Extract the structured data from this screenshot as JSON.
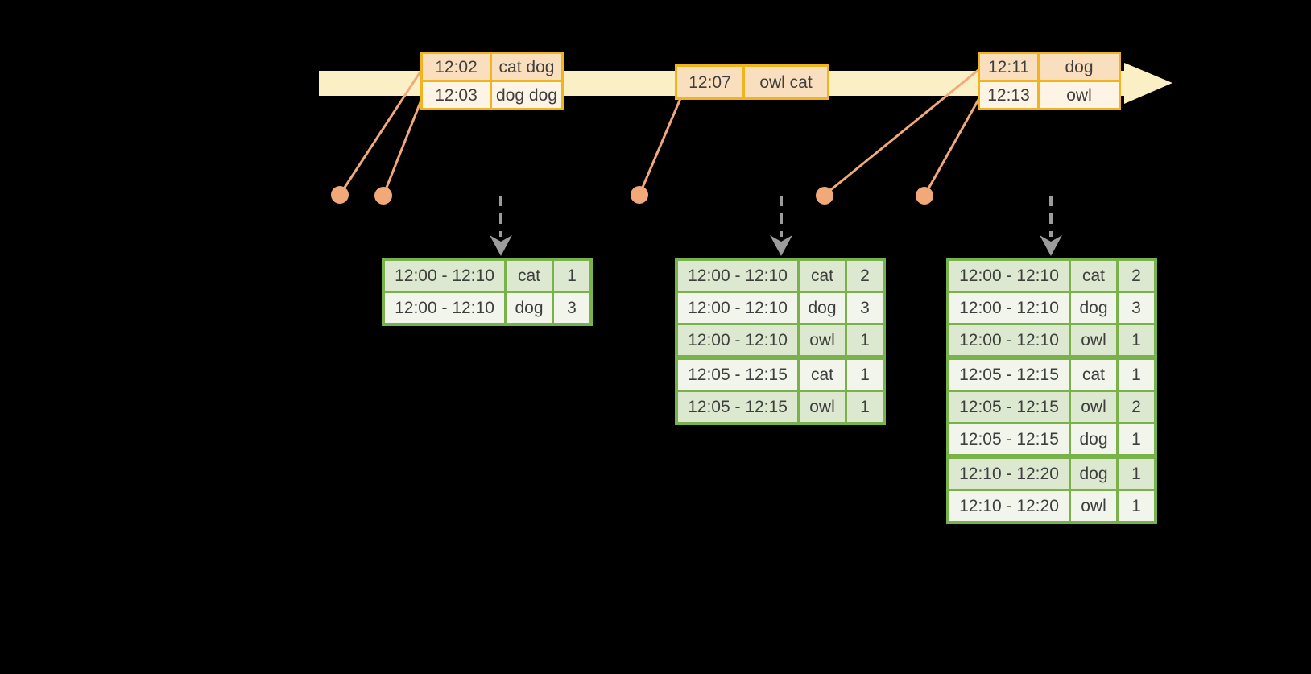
{
  "colors": {
    "background": "#000000",
    "timeline_band": "#FBEFC6",
    "event_table_border": "#F0B41E",
    "event_row_peach": "#F9DFBD",
    "event_row_cream": "#FDF4E6",
    "event_marker_salmon": "#F2A979",
    "result_table_border": "#79B24A",
    "result_row_dark": "#DDE8D0",
    "result_row_light": "#F1F5EB",
    "trigger_arrow_gray": "#9C9C9C",
    "text": "#3E3E3E"
  },
  "event_tables": [
    {
      "rows": [
        {
          "time": "12:02",
          "words": "cat dog"
        },
        {
          "time": "12:03",
          "words": "dog dog"
        }
      ]
    },
    {
      "rows": [
        {
          "time": "12:07",
          "words": "owl cat"
        }
      ]
    },
    {
      "rows": [
        {
          "time": "12:11",
          "words": "dog"
        },
        {
          "time": "12:13",
          "words": "owl"
        }
      ]
    }
  ],
  "result_tables": [
    {
      "rows": [
        {
          "window": "12:00 - 12:10",
          "word": "cat",
          "count": "1"
        },
        {
          "window": "12:00 - 12:10",
          "word": "dog",
          "count": "3"
        }
      ]
    },
    {
      "rows": [
        {
          "window": "12:00 - 12:10",
          "word": "cat",
          "count": "2"
        },
        {
          "window": "12:00 - 12:10",
          "word": "dog",
          "count": "3"
        },
        {
          "window": "12:00 - 12:10",
          "word": "owl",
          "count": "1"
        },
        {
          "window": "12:05 - 12:15",
          "word": "cat",
          "count": "1"
        },
        {
          "window": "12:05 - 12:15",
          "word": "owl",
          "count": "1"
        }
      ]
    },
    {
      "rows": [
        {
          "window": "12:00 - 12:10",
          "word": "cat",
          "count": "2"
        },
        {
          "window": "12:00 - 12:10",
          "word": "dog",
          "count": "3"
        },
        {
          "window": "12:00 - 12:10",
          "word": "owl",
          "count": "1"
        },
        {
          "window": "12:05 - 12:15",
          "word": "cat",
          "count": "1"
        },
        {
          "window": "12:05 - 12:15",
          "word": "owl",
          "count": "2"
        },
        {
          "window": "12:05 - 12:15",
          "word": "dog",
          "count": "1"
        },
        {
          "window": "12:10 - 12:20",
          "word": "dog",
          "count": "1"
        },
        {
          "window": "12:10 - 12:20",
          "word": "owl",
          "count": "1"
        }
      ]
    }
  ]
}
